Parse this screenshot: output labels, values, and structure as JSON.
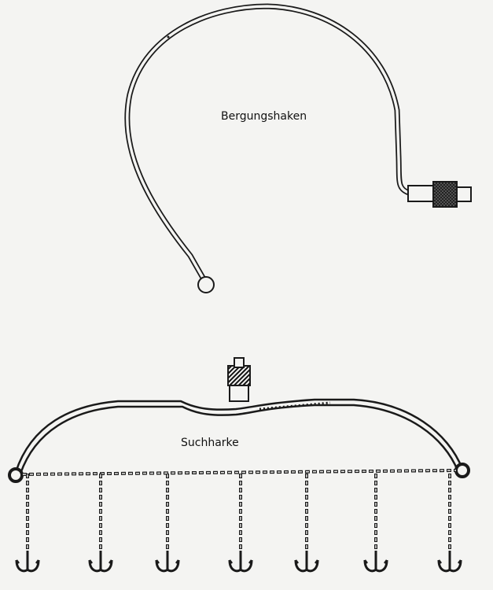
{
  "figure": {
    "hook_label": "Bergungshaken",
    "rake_label": "Suchharke"
  },
  "colors": {
    "ink": "#1a1a1a",
    "paper": "#f4f4f2"
  },
  "rake": {
    "hook_count": 7
  }
}
